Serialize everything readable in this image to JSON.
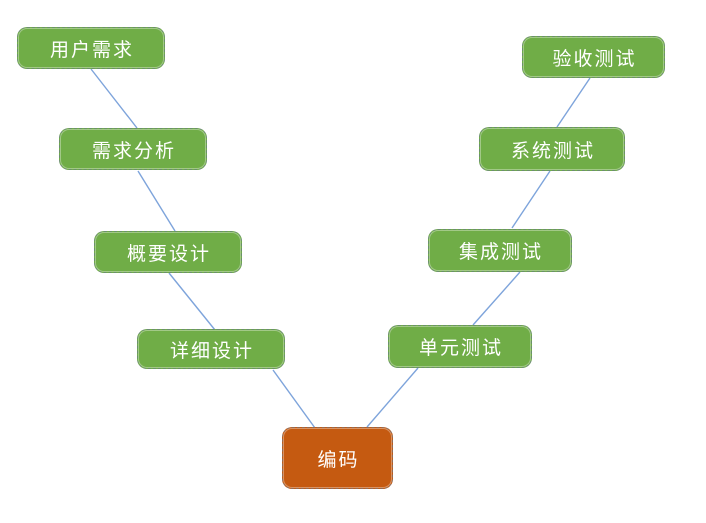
{
  "diagram": {
    "type": "v-model-flow",
    "colors": {
      "background": "#FFFFFF",
      "phase_fill": "#70AD47",
      "coding_fill": "#C55A11",
      "label_text": "#FFFFFF",
      "connector": "#7EA4DB",
      "node_border": "rgba(105,120,140,0.6)"
    },
    "nodes": [
      {
        "id": "user-requirements",
        "label": "用户需求",
        "type": "phase"
      },
      {
        "id": "requirements-analysis",
        "label": "需求分析",
        "type": "phase"
      },
      {
        "id": "preliminary-design",
        "label": "概要设计",
        "type": "phase"
      },
      {
        "id": "detailed-design",
        "label": "详细设计",
        "type": "phase"
      },
      {
        "id": "coding",
        "label": "编码",
        "type": "coding"
      },
      {
        "id": "unit-testing",
        "label": "单元测试",
        "type": "phase"
      },
      {
        "id": "integration-testing",
        "label": "集成测试",
        "type": "phase"
      },
      {
        "id": "system-testing",
        "label": "系统测试",
        "type": "phase"
      },
      {
        "id": "acceptance-testing",
        "label": "验收测试",
        "type": "phase"
      }
    ],
    "edges": [
      {
        "from": "user-requirements",
        "to": "requirements-analysis"
      },
      {
        "from": "requirements-analysis",
        "to": "preliminary-design"
      },
      {
        "from": "preliminary-design",
        "to": "detailed-design"
      },
      {
        "from": "detailed-design",
        "to": "coding"
      },
      {
        "from": "unit-testing",
        "to": "coding"
      },
      {
        "from": "integration-testing",
        "to": "unit-testing"
      },
      {
        "from": "system-testing",
        "to": "integration-testing"
      },
      {
        "from": "acceptance-testing",
        "to": "system-testing"
      }
    ]
  }
}
